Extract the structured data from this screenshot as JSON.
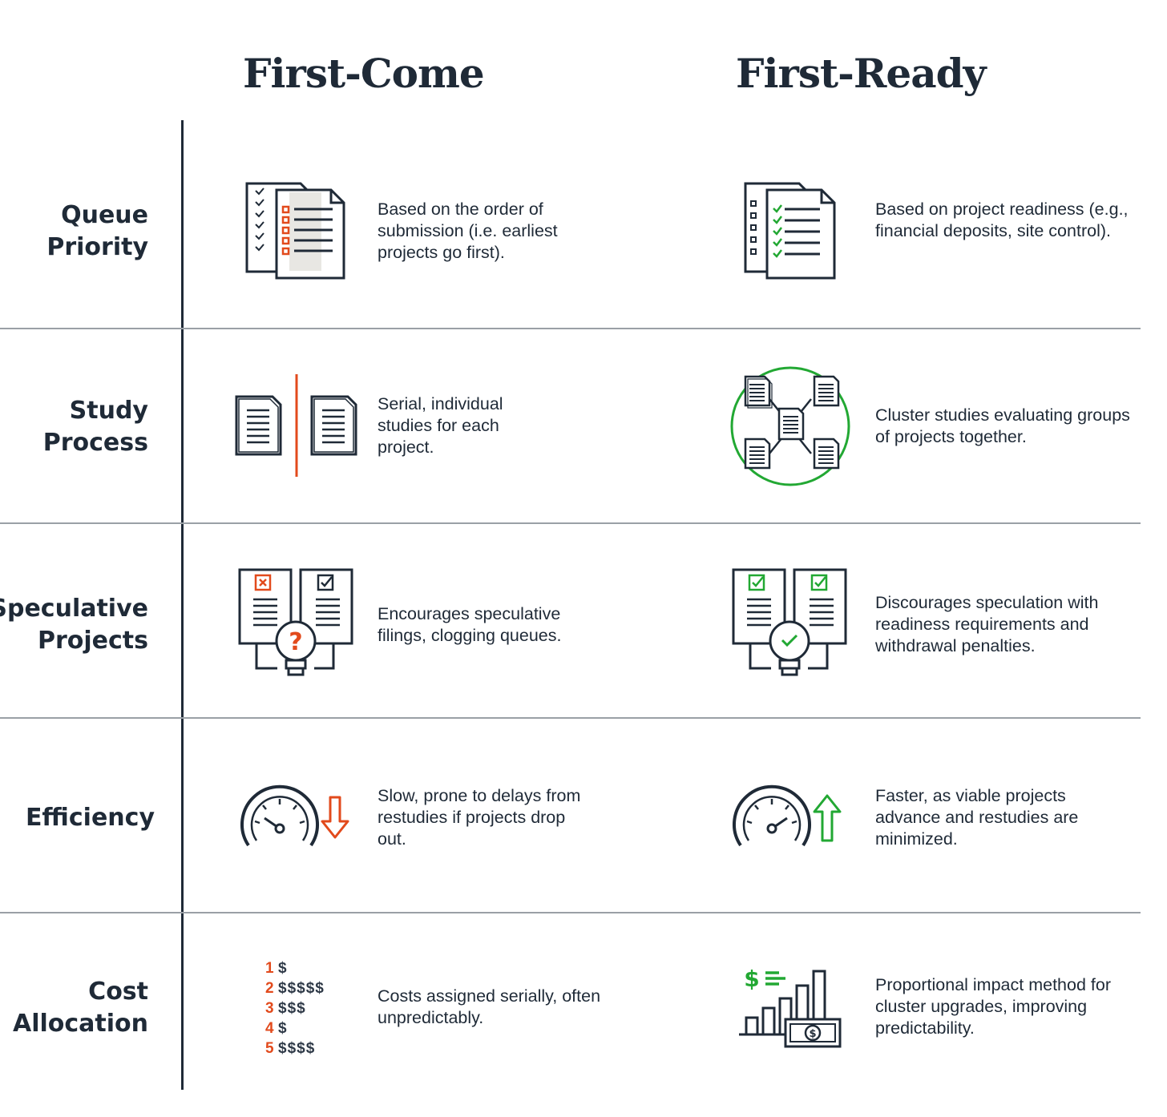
{
  "headers": {
    "first_come": "First-Come",
    "first_ready": "First-Ready"
  },
  "rows": [
    {
      "label_line1": "Queue",
      "label_line2": "Priority",
      "first_come": "Based on the order of submission (i.e. earliest projects go first).",
      "first_ready": "Based on project readiness (e.g., financial deposits, site control)."
    },
    {
      "label_line1": "Study",
      "label_line2": "Process",
      "first_come": "Serial, individual studies for each project.",
      "first_ready": "Cluster studies evaluating groups of projects together."
    },
    {
      "label_line1": "Speculative",
      "label_line2": "Projects",
      "first_come": "Encourages speculative filings, clogging queues.",
      "first_ready": "Discourages speculation with readiness requirements and withdrawal penalties."
    },
    {
      "label_line1": "Efficiency",
      "label_line2": "",
      "first_come": "Slow, prone to delays from restudies if projects drop out.",
      "first_ready": "Faster, as viable projects advance and restudies are minimized."
    },
    {
      "label_line1": "Cost",
      "label_line2": "Allocation",
      "first_come": "Costs assigned serially, often unpredictably.",
      "first_ready": "Proportional impact method for cluster upgrades, improving predictability."
    }
  ],
  "cost_list": [
    {
      "num": "1",
      "dollars": "$"
    },
    {
      "num": "2",
      "dollars": "$$$$$"
    },
    {
      "num": "3",
      "dollars": "$$$"
    },
    {
      "num": "4",
      "dollars": "$"
    },
    {
      "num": "5",
      "dollars": "$$$$"
    }
  ],
  "money_symbol": "$",
  "colors": {
    "ink": "#1f2a37",
    "accent_orange": "#e24a1c",
    "accent_green": "#22a833",
    "divider": "#9aa0a6"
  },
  "icons": [
    "document-stack-icon",
    "document-checklist-icon",
    "serial-documents-icon",
    "cluster-documents-icon",
    "lightbulb-question-icon",
    "lightbulb-check-icon",
    "speedometer-down-icon",
    "speedometer-up-icon",
    "bar-chart-money-icon"
  ]
}
